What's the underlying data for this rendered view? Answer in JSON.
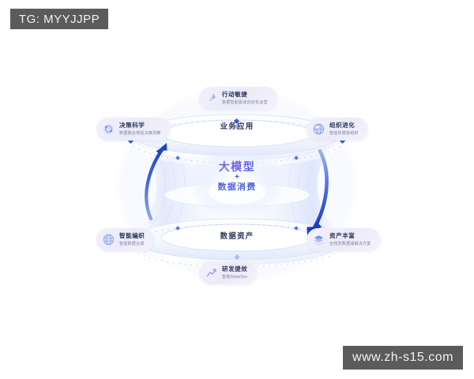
{
  "watermarks": {
    "top_left": "TG: MYYJJPP",
    "bottom_right": "www.zh-s15.com"
  },
  "diagram": {
    "type": "hourglass-capability-model",
    "core": {
      "line1": "大模型",
      "plus": "+",
      "line2": "数据消费"
    },
    "rings": {
      "top": {
        "label": "业务应用"
      },
      "bottom": {
        "label": "数据资产"
      }
    },
    "flows": [
      {
        "name": "upward-flow",
        "direction": "up",
        "side": "left",
        "color": "#2b56c8"
      },
      {
        "name": "downward-flow",
        "direction": "down",
        "side": "right",
        "color": "#2b56c8"
      }
    ],
    "cards": [
      {
        "id": "action",
        "title": "行动敏捷",
        "subtitle": "数据智能驱动自动化运营",
        "icon": "rocket-icon",
        "icon_color": "#8fa0e8"
      },
      {
        "id": "dec",
        "title": "决策科学",
        "subtitle": "数据融合增强决策洞察",
        "icon": "network-icon",
        "icon_color": "#9aa8e6"
      },
      {
        "id": "org",
        "title": "组织进化",
        "subtitle": "智能体赋能组织",
        "icon": "sphere-icon",
        "icon_color": "#7f9ce8"
      },
      {
        "id": "weave",
        "title": "智能编织",
        "subtitle": "智能数据合成",
        "icon": "globe-icon",
        "icon_color": "#93a6ea"
      },
      {
        "id": "asset",
        "title": "资产丰富",
        "subtitle": "全栈态数据湖解决方案",
        "icon": "layers-icon",
        "icon_color": "#6f8fe4"
      },
      {
        "id": "rd",
        "title": "研发提效",
        "subtitle": "智能DataOps",
        "icon": "chart-up-icon",
        "icon_color": "#8ea2e9"
      }
    ]
  }
}
